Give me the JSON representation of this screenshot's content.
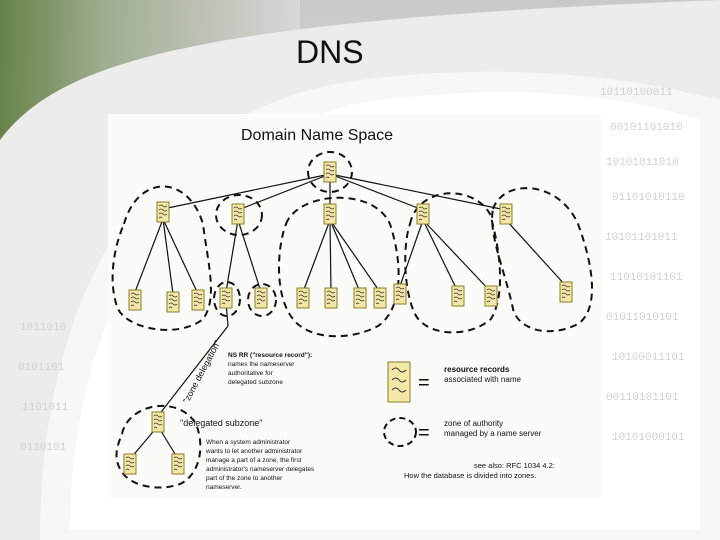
{
  "slide": {
    "title": "DNS"
  },
  "diagram": {
    "title": "Domain Name Space",
    "zone_delegation_label": "\"zone delegation\"",
    "ns_rr_note": [
      "NS RR (\"resource record\"):",
      "names the nameserver",
      "authoritative for",
      "delegated subzone"
    ],
    "delegated_subzone_label": "\"delegated subzone\"",
    "admin_note": [
      "When a system administrator",
      "wants to let another administrator",
      "manage a part of a zone, the first",
      "administrator's nameserver delegates",
      "part of the zone to another",
      "nameserver."
    ],
    "legend": {
      "records_line1": "resource records",
      "records_line2": "associated with name",
      "zone_line1": "zone of authority",
      "zone_line2": "managed by a name server",
      "equals": "="
    },
    "see_also": [
      "see also: RFC 1034 4.2:",
      "How the database is divided into zones."
    ]
  },
  "colors": {
    "record_fill": "#f3e7a6",
    "record_stroke": "#8c7b2a",
    "line": "#111111"
  },
  "icons": [
    "resource-record-icon",
    "zone-boundary-icon"
  ]
}
